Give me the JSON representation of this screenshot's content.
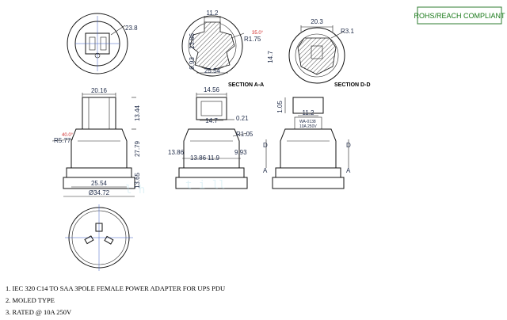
{
  "compliance_badge": "ROHS/REACH COMPLIANT",
  "sections": {
    "aa": "SECTION A-A",
    "dd": "SECTION D-D"
  },
  "dimensions": {
    "top_left_dia": "23.8",
    "top_mid_width": "11.2",
    "top_mid_h1": "13.86",
    "top_mid_h2": "9.93",
    "top_mid_r": "R1.75",
    "top_mid_dia": "25.54",
    "top_right_width": "20.3",
    "top_right_r": "R3.1",
    "top_right_h": "14.7",
    "front_width": "20.16",
    "front_h1": "13.44",
    "front_h2": "27.79",
    "front_r": "R5.77",
    "front_h3": "13.65",
    "front_base": "25.54",
    "front_dia": "Ø34.72",
    "side_width": "14.56",
    "side_inner": "14.7",
    "side_gap": "0.21",
    "side_r": "R1.05",
    "side_h1": "13.86",
    "side_w2": "13.86",
    "side_w3": "11.9",
    "side_h2": "9.93",
    "rear_h": "1.05",
    "rear_w": "11.2",
    "rear_label1": "WA-0138",
    "rear_label2": "10A 250V",
    "angle_small": "35.0°",
    "angle_small2": "40.0°"
  },
  "cut_marks": {
    "a": "A",
    "d": "D"
  },
  "notes": [
    "1. IEC 320 C14 TO SAA 3POLE FEMALE POWER ADAPTER FOR UPS PDU",
    "2. MOLED TYPE",
    "3. RATED @ 10A 250V"
  ]
}
